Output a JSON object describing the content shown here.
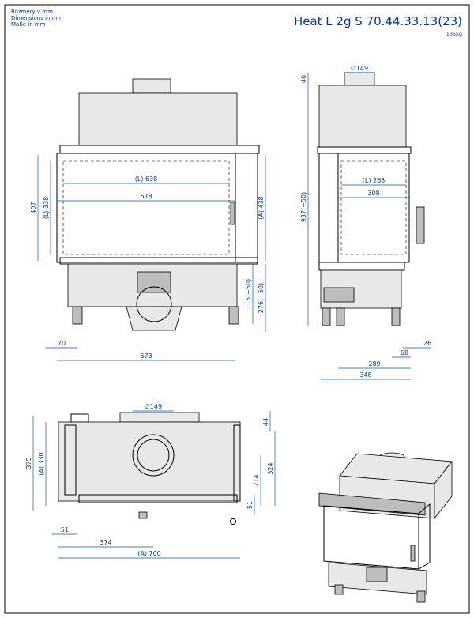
{
  "header": {
    "units_cs": "Rozmery v mm",
    "units_en": "Dimensions in mm",
    "units_de": "Maße in mm",
    "title": "Heat L 2g S 70.44.33.13(23)",
    "weight": "135kg"
  },
  "front_view": {
    "d_L638": "(L) 638",
    "d_678_inner": "678",
    "d_407": "407",
    "d_L338": "(L) 338",
    "d_A438": "(A) 438",
    "d_115": "115(+50)",
    "d_276": "276(+50)",
    "d_70": "70",
    "d_678_bottom": "678"
  },
  "side_view": {
    "d_149": "∅149",
    "d_46": "46",
    "d_937": "937(+50)",
    "d_L268": "(L) 268",
    "d_308": "308",
    "d_26": "26",
    "d_68": "68",
    "d_289": "289",
    "d_348": "348"
  },
  "top_view": {
    "d_149": "∅149",
    "d_44": "44",
    "d_375": "375",
    "d_A330": "(A) 330",
    "d_324": "324",
    "d_214": "214",
    "d_51_right": "51",
    "d_51_left": "51",
    "d_374": "374",
    "d_A700": "(A) 700"
  }
}
